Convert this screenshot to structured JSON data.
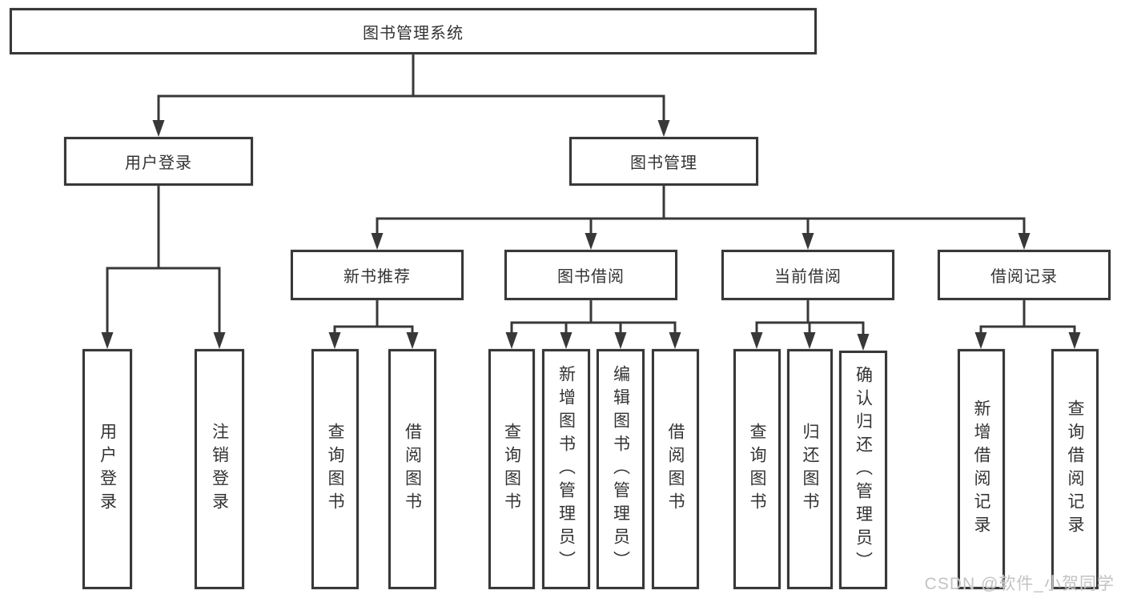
{
  "root": {
    "label": "图书管理系统"
  },
  "level2": [
    {
      "label": "用户登录"
    },
    {
      "label": "图书管理"
    }
  ],
  "level3": [
    {
      "label": "新书推荐"
    },
    {
      "label": "图书借阅"
    },
    {
      "label": "当前借阅"
    },
    {
      "label": "借阅记录"
    }
  ],
  "leaves": {
    "login": [
      {
        "label": "用户登录"
      },
      {
        "label": "注销登录"
      }
    ],
    "newbook": [
      {
        "label": "查询图书"
      },
      {
        "label": "借阅图书"
      }
    ],
    "borrow": [
      {
        "label": "查询图书"
      },
      {
        "label": "新增图书（管理员）"
      },
      {
        "label": "编辑图书（管理员）"
      },
      {
        "label": "借阅图书"
      }
    ],
    "current": [
      {
        "label": "查询图书"
      },
      {
        "label": "归还图书"
      },
      {
        "label": "确认归还（管理员）"
      }
    ],
    "records": [
      {
        "label": "新增借阅记录"
      },
      {
        "label": "查询借阅记录"
      }
    ]
  },
  "watermark": "CSDN @软件_小贺同学",
  "colors": {
    "line": "#383838",
    "border": "#383838",
    "text": "#333333",
    "watermark": "#c3c3c3"
  }
}
